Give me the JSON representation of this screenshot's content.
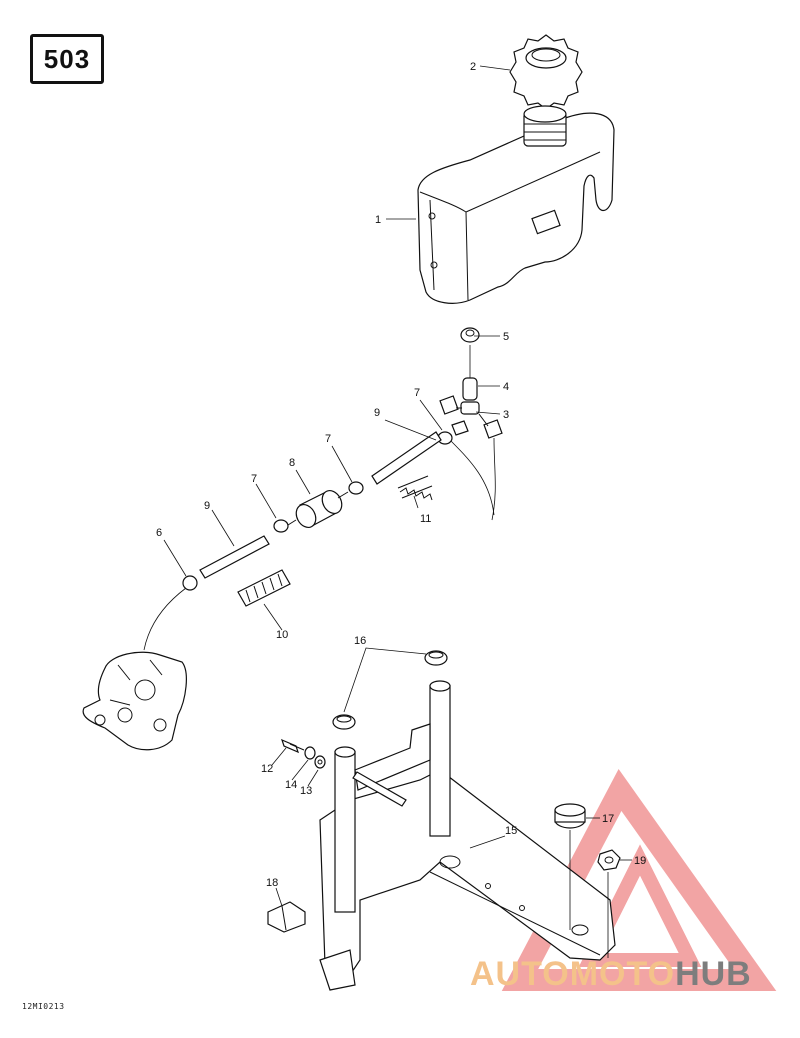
{
  "page_number": "503",
  "reference_code": "12MI0213",
  "watermark": {
    "brand_part1": "AUTOMOTO",
    "brand_part2": "HUB",
    "logo_icon": "triangle-logo-icon",
    "colors": {
      "accent": "#f4c28a",
      "grey": "#7d7d7d",
      "triangle": "#e85a5a"
    }
  },
  "callouts": [
    {
      "id": "c1",
      "label": "1"
    },
    {
      "id": "c2",
      "label": "2"
    },
    {
      "id": "c3",
      "label": "3"
    },
    {
      "id": "c4",
      "label": "4"
    },
    {
      "id": "c5",
      "label": "5"
    },
    {
      "id": "c6",
      "label": "6"
    },
    {
      "id": "c7a",
      "label": "7"
    },
    {
      "id": "c7b",
      "label": "7"
    },
    {
      "id": "c7c",
      "label": "7"
    },
    {
      "id": "c8",
      "label": "8"
    },
    {
      "id": "c9a",
      "label": "9"
    },
    {
      "id": "c9b",
      "label": "9"
    },
    {
      "id": "c10",
      "label": "10"
    },
    {
      "id": "c11",
      "label": "11"
    },
    {
      "id": "c12",
      "label": "12"
    },
    {
      "id": "c13",
      "label": "13"
    },
    {
      "id": "c14",
      "label": "14"
    },
    {
      "id": "c15",
      "label": "15"
    },
    {
      "id": "c16",
      "label": "16"
    },
    {
      "id": "c17",
      "label": "17"
    },
    {
      "id": "c18",
      "label": "18"
    },
    {
      "id": "c19",
      "label": "19"
    }
  ]
}
